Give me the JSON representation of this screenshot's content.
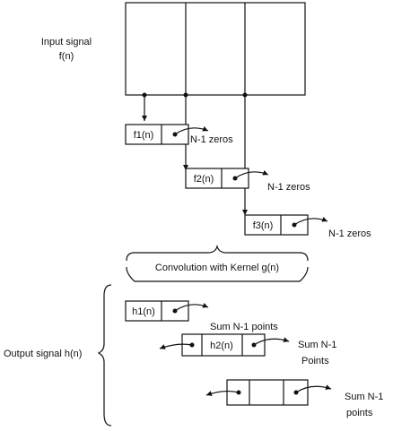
{
  "input": {
    "label_line1": "Input signal",
    "label_line2": "f(n)",
    "segments": 3
  },
  "blocks": [
    {
      "name": "f1",
      "label": "f1(n)",
      "pad_label": "N-1 zeros"
    },
    {
      "name": "f2",
      "label": "f2(n)",
      "pad_label": "N-1 zeros"
    },
    {
      "name": "f3",
      "label": "f3(n)",
      "pad_label": "N-1 zeros"
    }
  ],
  "convolution": {
    "label": "Convolution with Kernel g(n)"
  },
  "output": {
    "label": "Output signal h(n)",
    "rows": [
      {
        "block_label": "h1(n)",
        "sum_label_line1": "Sum N-1 points",
        "sum_label_line2": ""
      },
      {
        "block_label": "h2(n)",
        "sum_label_line1": "Sum N-1",
        "sum_label_line2": "Points"
      },
      {
        "block_label": "",
        "sum_label_line1": "Sum N-1",
        "sum_label_line2": "points"
      }
    ]
  }
}
